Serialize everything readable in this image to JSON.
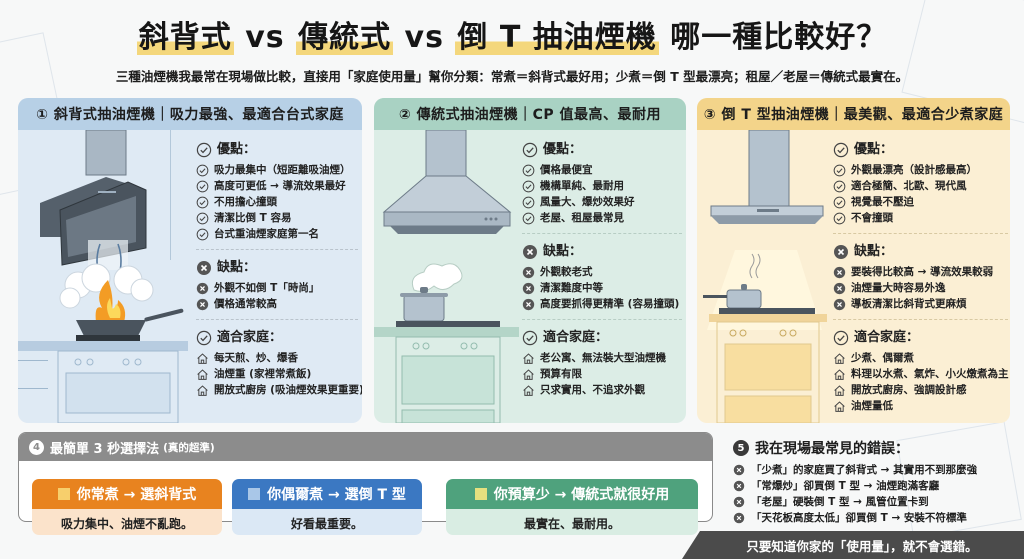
{
  "title": {
    "part1": "斜背式",
    "vs1": " vs ",
    "part2": "傳統式",
    "vs2": " vs ",
    "part3": "倒 T 抽油煙機",
    "tail": " 哪一種比較好？"
  },
  "subtitle": "三種油煙機我最常在現場做比較，直接用「家庭使用量」幫你分類：常煮＝斜背式最好用；少煮＝倒 T 型最漂亮；租屋／老屋＝傳統式最實在。",
  "cards": [
    {
      "header": "① 斜背式抽油煙機｜吸力最強、最適合台式家庭",
      "color": "#b7d0e6",
      "pros_title": "優點：",
      "pros": [
        "吸力最集中（短距離吸油煙）",
        "高度可更低 → 導流效果最好",
        "不用擔心撞頭",
        "清潔比倒 T 容易",
        "台式重油煙家庭第一名"
      ],
      "cons_title": "缺點：",
      "cons": [
        "外觀不如倒 T「時尚」",
        "價格通常較高"
      ],
      "fit_title": "適合家庭：",
      "fit": [
        "每天煎、炒、爆香",
        "油煙重 (家裡常煮飯)",
        "開放式廚房 (吸油煙效果更重要)"
      ]
    },
    {
      "header": "② 傳統式抽油煙機｜CP 值最高、最耐用",
      "color": "#a9d2c3",
      "pros_title": "優點：",
      "pros": [
        "價格最便宜",
        "機構單純、最耐用",
        "風量大、爆炒效果好",
        "老屋、租屋最常見"
      ],
      "cons_title": "缺點：",
      "cons": [
        "外觀較老式",
        "清潔難度中等",
        "高度要抓得更精準 (容易撞頭)"
      ],
      "fit_title": "適合家庭：",
      "fit": [
        "老公寓、無法裝大型油煙機",
        "預算有限",
        "只求實用、不追求外觀"
      ]
    },
    {
      "header": "③ 倒 T 型抽油煙機｜最美觀、最適合少煮家庭",
      "color": "#f3d48a",
      "pros_title": "優點：",
      "pros": [
        "外觀最漂亮（設計感最高）",
        "適合極簡、北歐、現代風",
        "視覺最不壓迫",
        "不會撞頭"
      ],
      "cons_title": "缺點：",
      "cons": [
        "要裝得比較高 → 導流效果較弱",
        "油煙量大時容易外逸",
        "導板清潔比斜背式更麻煩"
      ],
      "fit_title": "適合家庭：",
      "fit": [
        "少煮、偶爾煮",
        "料理以水煮、氣炸、小火燉煮為主",
        "開放式廚房、強調設計感",
        "油煙量低"
      ]
    }
  ],
  "quick": {
    "num": "4",
    "title": "最簡單 3 秒選擇法",
    "note": "(真的超準)",
    "options": [
      {
        "title": "你常煮 → 選斜背式",
        "desc": "吸力集中、油煙不亂跑。",
        "color": "#e8831f"
      },
      {
        "title": "你偶爾煮 → 選倒 T 型",
        "desc": "好看最重要。",
        "color": "#3b78c2"
      },
      {
        "title": "你預算少 → 傳統式就很好用",
        "desc": "最實在、最耐用。",
        "color": "#4fa27d"
      }
    ]
  },
  "mistakes": {
    "num": "5",
    "title": "我在現場最常見的錯誤：",
    "items": [
      "「少煮」的家庭買了斜背式 → 其實用不到那麼強",
      "「常爆炒」卻買倒 T 型 → 油煙跑滿客廳",
      "「老屋」硬裝倒 T 型 → 風管位置卡到",
      "「天花板高度太低」卻買倒 T → 安裝不符標準"
    ]
  },
  "footer": "只要知道你家的「使用量」，就不會選錯。",
  "icons": {
    "pro": "check-circle-icon",
    "con": "x-circle-icon",
    "fit": "house-icon"
  }
}
